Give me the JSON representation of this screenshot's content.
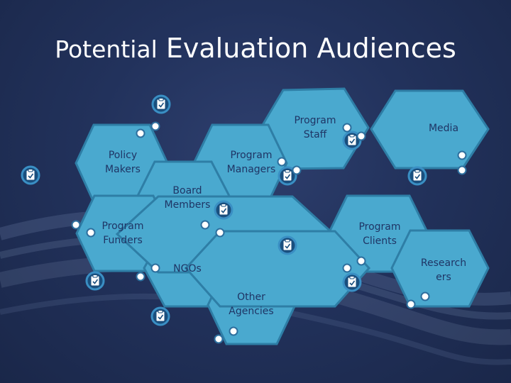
{
  "title": {
    "part1": "Potential",
    "part2": "Evaluation Audiences"
  },
  "colors": {
    "hex_fill": "#4aa9cf",
    "hex_stroke": "#2e7ea6",
    "dot": "#ffffff",
    "icon_ring": "#2d7fb0",
    "icon_fill": "#1a4f7e"
  },
  "audiences": [
    {
      "id": "program-staff",
      "label": "Program\nStaff"
    },
    {
      "id": "media",
      "label": "Media"
    },
    {
      "id": "policy-makers",
      "label": "Policy\nMakers"
    },
    {
      "id": "program-managers",
      "label": "Program\nManagers"
    },
    {
      "id": "board-members",
      "label": "Board\nMembers"
    },
    {
      "id": "program-funders",
      "label": "Program\nFunders"
    },
    {
      "id": "program-clients",
      "label": "Program\nClients"
    },
    {
      "id": "researchers",
      "label": "Research\ners"
    },
    {
      "id": "ngos",
      "label": "NGOs"
    },
    {
      "id": "other-agencies",
      "label": "Other\nAgencies"
    }
  ]
}
